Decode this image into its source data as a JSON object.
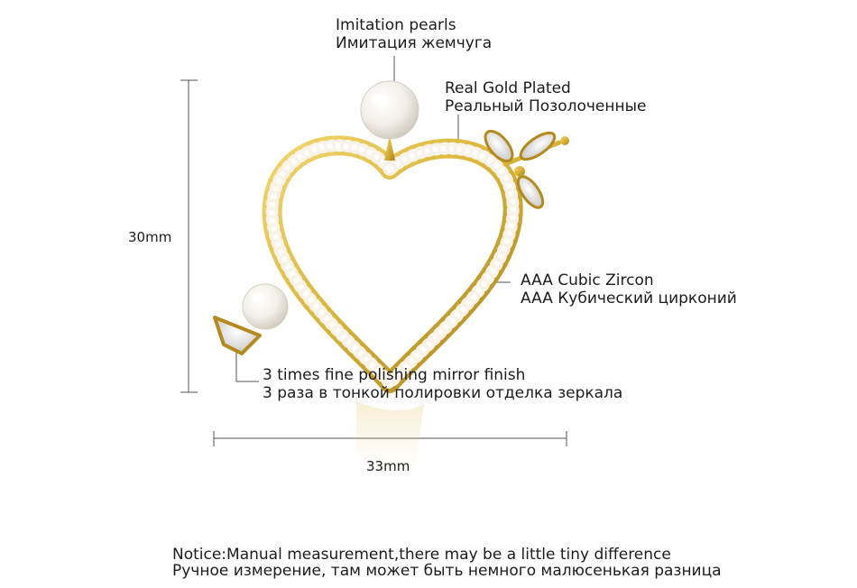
{
  "callouts": {
    "pearls": {
      "en": "Imitation pearls",
      "ru": "Имитация жемчуга"
    },
    "gold": {
      "en": "Real Gold Plated",
      "ru": "Реальный Позолоченные"
    },
    "zircon": {
      "en": "AAA Cubic Zircon",
      "ru": "AAA Кубический цирконий"
    },
    "polish": {
      "en": "3 times fine polishing mirror finish",
      "ru": "3 раза в тонкой полировки отделка зеркала"
    }
  },
  "dimensions": {
    "height": "30mm",
    "width": "33mm"
  },
  "notice": {
    "en": "Notice:Manual measurement,there may be a little tiny difference",
    "ru": "Ручное измерение, там может быть немного малюсенькая разница"
  },
  "colors": {
    "gold": "#d8b437",
    "gold_dark": "#b48a1c",
    "line": "#555555",
    "text": "#1c1c1c"
  }
}
